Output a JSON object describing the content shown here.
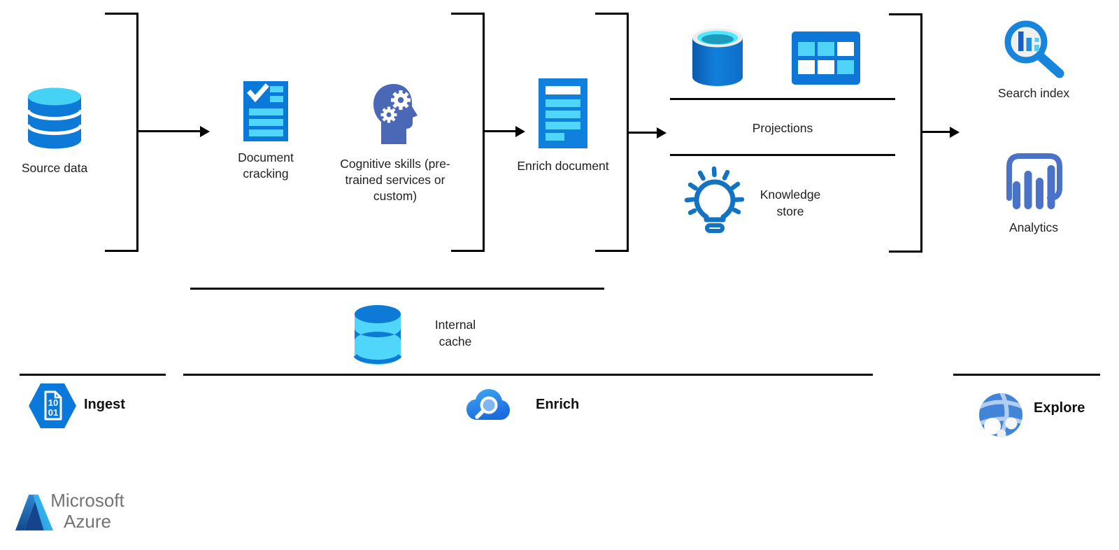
{
  "diagram": {
    "nodes": {
      "source_data": {
        "label": "Source data",
        "icon": "database-icon"
      },
      "document_cracking": {
        "label": "Document cracking",
        "lines": [
          "Document",
          "cracking"
        ],
        "icon": "document-cracking-icon"
      },
      "cognitive_skills": {
        "label": "Cognitive skills (pre-trained services or custom)",
        "lines": [
          "Cognitive skills (pre-",
          "trained services or",
          "custom)"
        ],
        "icon": "cognitive-skills-icon"
      },
      "enrich_document": {
        "label": "Enrich document",
        "icon": "enrich-document-icon"
      },
      "projections": {
        "label": "Projections",
        "icons": [
          "storage-container-icon",
          "table-icon"
        ]
      },
      "knowledge_store": {
        "label": "Knowledge store",
        "lines": [
          "Knowledge",
          "store"
        ],
        "icon": "lightbulb-icon"
      },
      "search_index": {
        "label": "Search index",
        "icon": "search-index-icon"
      },
      "analytics": {
        "label": "Analytics",
        "icon": "power-bi-icon"
      },
      "internal_cache": {
        "label": "Internal cache",
        "lines": [
          "Internal",
          "cache"
        ],
        "icon": "cache-database-icon"
      }
    },
    "phases": [
      {
        "label": "Ingest",
        "icon": "ingest-hexagon-icon",
        "icon_text": [
          "10",
          "01"
        ]
      },
      {
        "label": "Enrich",
        "icon": "enrich-cloud-icon"
      },
      {
        "label": "Explore",
        "icon": "explore-globe-icon"
      }
    ],
    "footer": {
      "brand_line1": "Microsoft",
      "brand_line2": "Azure"
    },
    "colors": {
      "primary_blue": "#0f7ad8",
      "accent_cyan": "#4fd6f8",
      "head_blue": "#4a68b5",
      "powerbi_blue": "#4a72c8",
      "bulb_blue": "#1272c3",
      "connector_black": "#000000",
      "label_text": "#1f1f1f",
      "brand_gray": "#737373"
    }
  }
}
